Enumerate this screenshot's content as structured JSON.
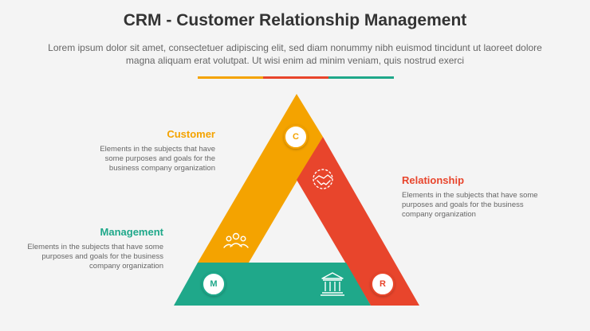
{
  "header": {
    "title": "CRM - Customer Relationship Management",
    "subtitle": "Lorem ipsum dolor sit amet, consectetuer adipiscing elit, sed diam nonummy nibh euismod tincidunt ut laoreet dolore magna aliquam erat volutpat. Ut wisi enim ad minim veniam, quis nostrud exerci"
  },
  "colors": {
    "customer": "#f4a300",
    "relationship": "#e8452c",
    "management": "#1fa88a"
  },
  "segments": {
    "customer": {
      "title": "Customer",
      "description": "Elements in the subjects that have some purposes and goals for the business company organization",
      "badge": "C",
      "icon": "people-group-icon"
    },
    "relationship": {
      "title": "Relationship",
      "description": "Elements in the subjects that have some purposes and goals for the business company organization",
      "badge": "R",
      "icon": "handshake-icon"
    },
    "management": {
      "title": "Management",
      "description": "Elements in the subjects that have some purposes and goals for the business company organization",
      "badge": "M",
      "icon": "bank-building-icon"
    }
  }
}
